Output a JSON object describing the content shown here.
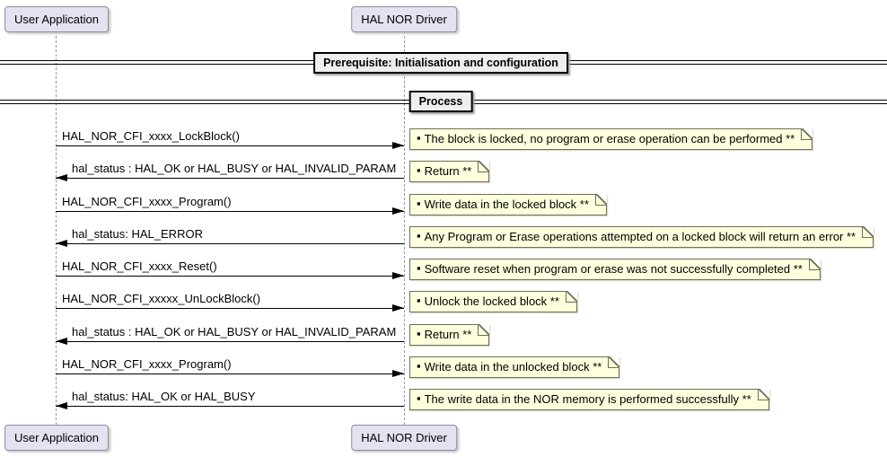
{
  "participants": [
    {
      "name": "User Application"
    },
    {
      "name": "HAL NOR Driver"
    }
  ],
  "dividers": [
    {
      "label": "Prerequisite: Initialisation and configuration"
    },
    {
      "label": "Process"
    }
  ],
  "messages": [
    {
      "label": "HAL_NOR_CFI_xxxx_LockBlock()",
      "direction": "right"
    },
    {
      "label": "hal_status : HAL_OK or HAL_BUSY or HAL_INVALID_PARAM",
      "direction": "left"
    },
    {
      "label": "HAL_NOR_CFI_xxxx_Program()",
      "direction": "right"
    },
    {
      "label": "hal_status: HAL_ERROR",
      "direction": "left"
    },
    {
      "label": "HAL_NOR_CFI_xxxx_Reset()",
      "direction": "right"
    },
    {
      "label": "HAL_NOR_CFI_xxxxx_UnLockBlock()",
      "direction": "right"
    },
    {
      "label": "hal_status : HAL_OK or HAL_BUSY or HAL_INVALID_PARAM",
      "direction": "left"
    },
    {
      "label": "HAL_NOR_CFI_xxxx_Program()",
      "direction": "right"
    },
    {
      "label": "hal_status: HAL_OK or HAL_BUSY",
      "direction": "left"
    }
  ],
  "notes": [
    {
      "text": "The block is locked, no program or erase operation can be performed **"
    },
    {
      "text": "Return **"
    },
    {
      "text": "Write data in the locked block **"
    },
    {
      "text": "Any Program or Erase operations attempted on a locked block will return an error **"
    },
    {
      "text": "Software reset when program or erase was not successfully completed **"
    },
    {
      "text": "Unlock the locked block **"
    },
    {
      "text": "Return **"
    },
    {
      "text": "Write data in the unlocked block **"
    },
    {
      "text": "The write data in the NOR memory is performed successfully **"
    }
  ],
  "note_bullet": "▪",
  "colors": {
    "participant_fill": "#E2E2F0",
    "participant_border": "#8C8C9E",
    "note_fill": "#FEFFDD",
    "note_border": "#6E6E5A",
    "divider_fill": "#EEEEEE",
    "divider_border": "#000000",
    "lifeline": "#9A9A9A",
    "arrow": "#000000"
  }
}
